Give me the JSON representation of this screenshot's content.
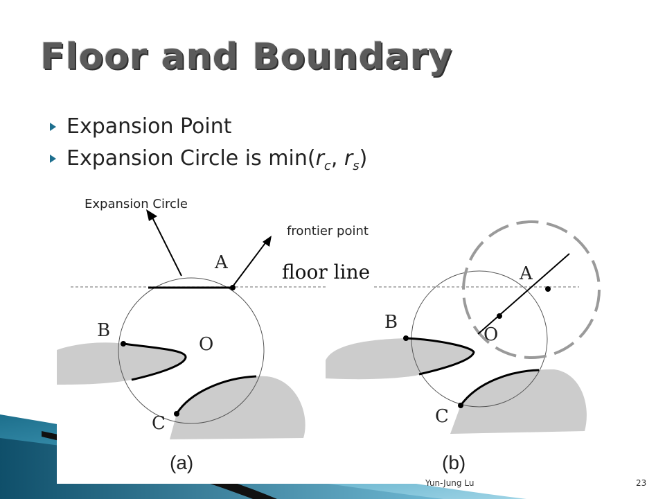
{
  "slide": {
    "title": "Floor and Boundary",
    "bullets": [
      {
        "text": "Expansion Point"
      },
      {
        "prefix": "Expansion Circle is min(",
        "r1": "r",
        "s1": "c",
        "sep": ", ",
        "r2": "r",
        "s2": "s",
        "suffix": ")"
      }
    ],
    "accent_color": "#1e6f8e",
    "icons": {
      "bullet": "triangle-bullet-icon"
    }
  },
  "figure": {
    "annotations": {
      "expansion_circle": "Expansion Circle",
      "frontier_point": "frontier point"
    },
    "floor_line": "floor line",
    "points": {
      "A": "A",
      "B": "B",
      "C": "C",
      "O": "O"
    },
    "captions": [
      "(a)",
      "(b)"
    ]
  },
  "footer": {
    "author": "Yun-Jung Lu",
    "page": "23"
  }
}
